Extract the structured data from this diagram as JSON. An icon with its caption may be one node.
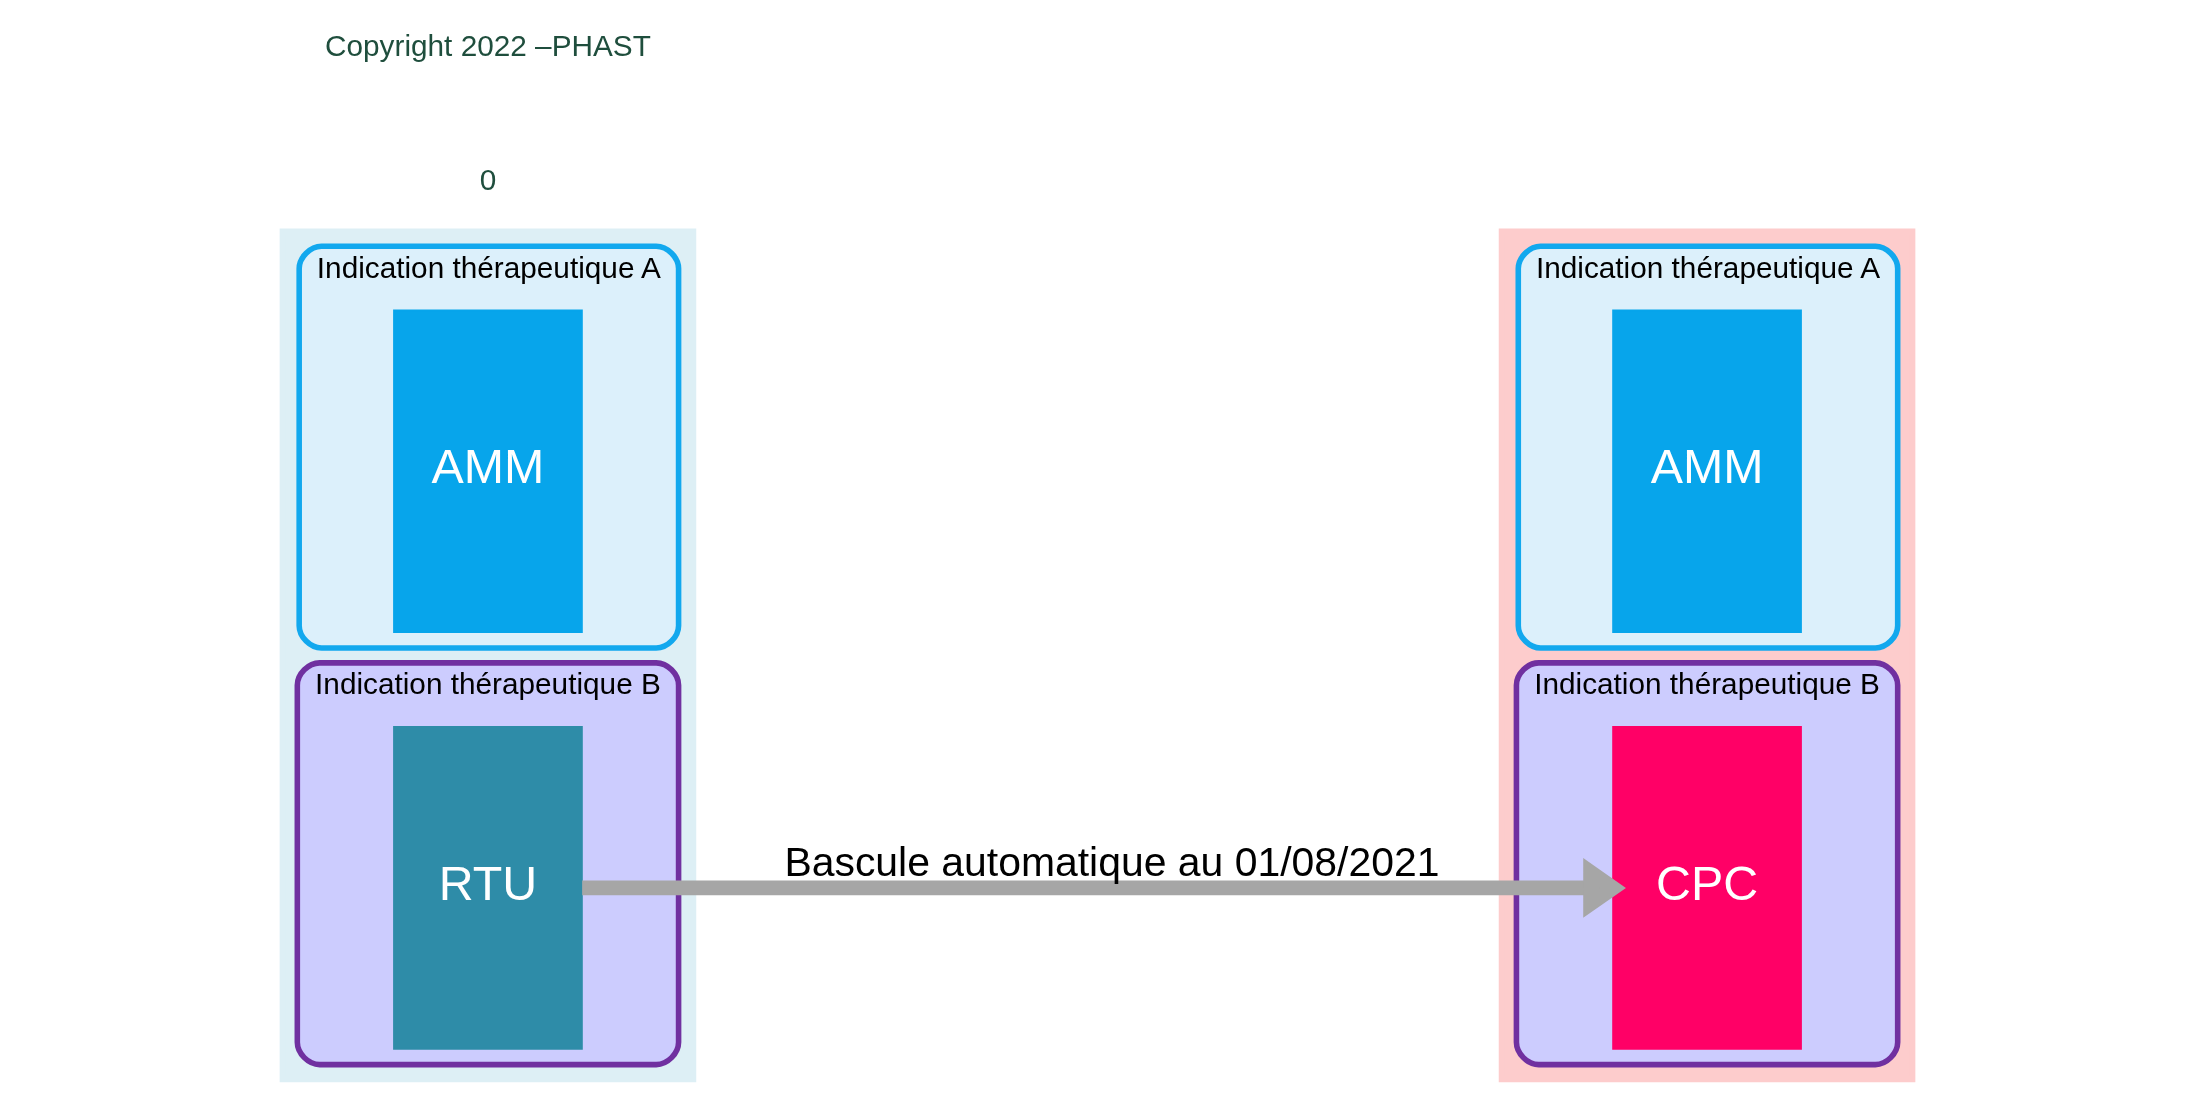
{
  "diagram": {
    "nodes": [
      {
        "text": [],
        "shape": "box"
      },
      {
        "text": [
          "Indication thérapeutique A"
        ],
        "in": 0
      },
      {
        "text": [
          "AMM"
        ],
        "in": 1
      },
      {
        "text": [
          "Indication thérapeutique B"
        ],
        "in": 0
      },
      {
        "text": [
          "RTU"
        ],
        "in": 3
      },
      {
        "text": [],
        "shape": "box"
      },
      {
        "text": [
          "Indication thérapeutique A"
        ],
        "in": 5
      },
      {
        "text": [
          "AMM"
        ],
        "in": 6
      },
      {
        "text": [
          "Indication thérapeutique B"
        ],
        "in": 5
      },
      {
        "text": [
          "CPC"
        ],
        "in": 8
      }
    ],
    "edges": [
      {
        "from": 4,
        "to": 9,
        "arrow": "to",
        "label": "Bascule automatique au 01/08/2021"
      }
    ],
    "labels": [
      "0",
      "Copyright 2022 –PHAST"
    ]
  }
}
